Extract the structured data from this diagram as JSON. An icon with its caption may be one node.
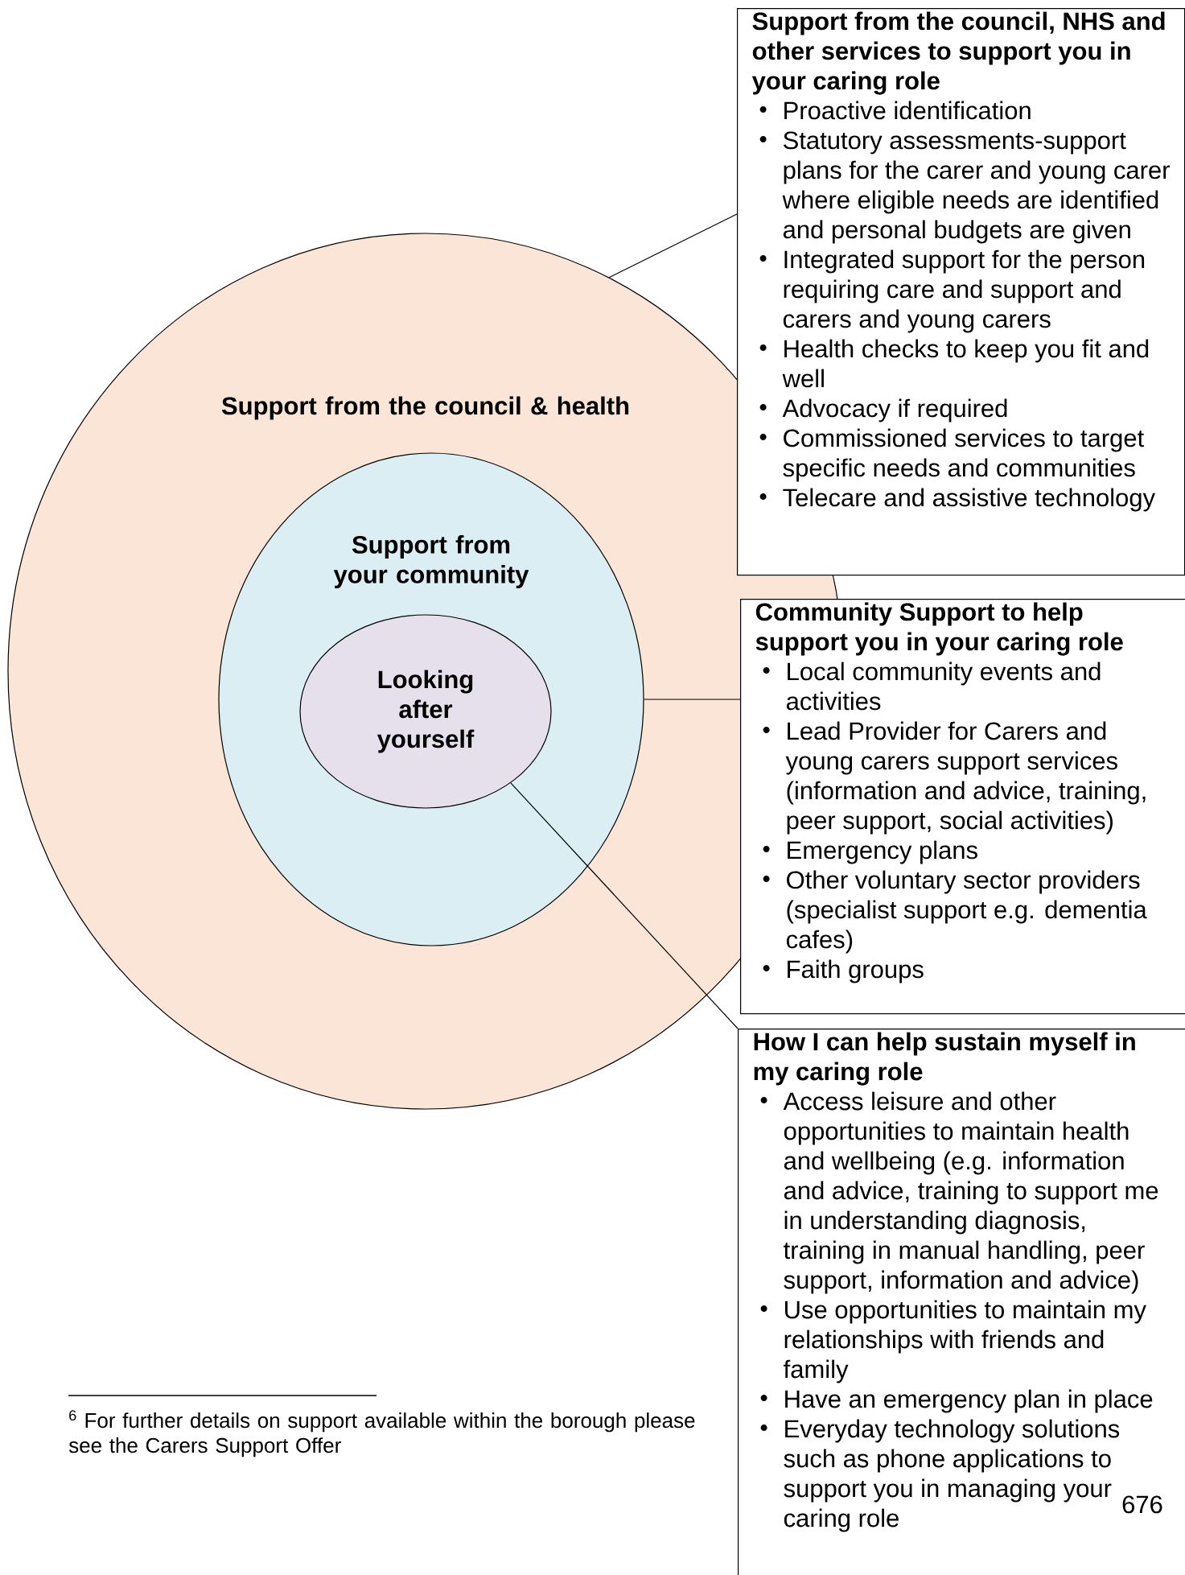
{
  "diagram": {
    "nodes": [
      {
        "text": [
          "Support from the council & health"
        ]
      },
      {
        "text": [
          "Support from your community"
        ],
        "in": 0
      },
      {
        "text": [
          "Looking after yourself"
        ],
        "in": 1
      },
      {
        "text": [
          "Support from the council, NHS and other services to support you in your caring role",
          "Proactive identification",
          "Statutory assessments-support plans for the carer and young carer where eligible needs are identified and personal budgets are given",
          "Integrated support for the person requiring care and support and carers and young carers",
          "Health checks to keep you fit and well",
          "Advocacy if required",
          "Commissioned services to target specific needs and communities",
          "Telecare and assistive technology"
        ]
      },
      {
        "text": [
          "Community Support to help support you in your caring role",
          "Local community events and activities",
          "Lead Provider for Carers and young carers support services (information and advice, training, peer support, social activities)",
          "Emergency plans",
          "Other voluntary sector providers (specialist support e.g. dementia cafes)",
          "Faith groups"
        ]
      },
      {
        "text": [
          "How I can help sustain myself in my caring role",
          "Access leisure and other opportunities to maintain health and wellbeing (e.g. information and advice, training to support me in understanding diagnosis, training in manual handling, peer support, information and advice)",
          "Use opportunities to maintain my relationships with friends and family",
          "Have an emergency plan in place",
          "Everyday technology solutions such as phone applications to support you in managing your caring role"
        ]
      }
    ],
    "edges": [
      {
        "from": 3,
        "to": 0,
        "arrow": "none"
      },
      {
        "from": 4,
        "to": 1,
        "arrow": "none"
      },
      {
        "from": 5,
        "to": 2,
        "arrow": "none"
      }
    ],
    "labels": [
      "$^{6}$ For further details on support available within the borough please see the Carers Support Offer",
      "676"
    ]
  }
}
